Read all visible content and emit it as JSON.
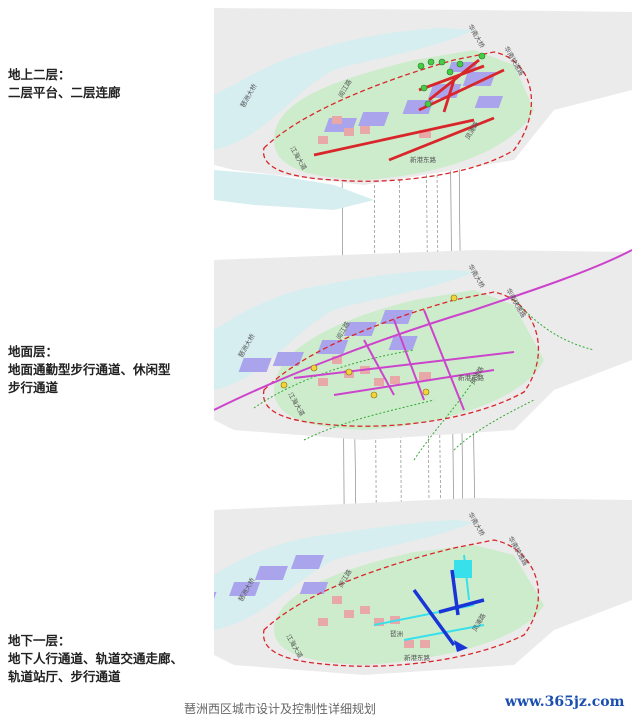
{
  "layers": {
    "top": {
      "title": "地上二层：",
      "desc": "二层平台、二层连廊"
    },
    "mid": {
      "title": "地面层：",
      "desc_line1": "地面通勤型步行通道、休闲型",
      "desc_line2": "步行通道"
    },
    "bot": {
      "title": "地下一层：",
      "desc_line1": "地下人行通道、轨道交通走廊、",
      "desc_line2": "轨道站厅、步行通道"
    }
  },
  "caption": "琶洲西区城市设计及控制性详细规划",
  "watermark": "www.365jz.com",
  "roads": {
    "r1": "华南大桥",
    "r2": "华南快速路",
    "r3": "阅江路",
    "r4": "新港东路",
    "r5": "凤浦路",
    "r6": "琶洲大桥",
    "r7": "江海大道",
    "r8": "琶洲"
  },
  "colors": {
    "water": "#d6eef0",
    "green": "#cdeccc",
    "block": "#e3e3e3",
    "purple": "#a9a4ec",
    "pink": "#e8a8a8",
    "red": "#d9262a",
    "magenta": "#cc44cc",
    "blue": "#1a35d6",
    "cyan": "#38e0ec"
  },
  "icons": [
    "node-circle-icon",
    "arrow-icon"
  ]
}
